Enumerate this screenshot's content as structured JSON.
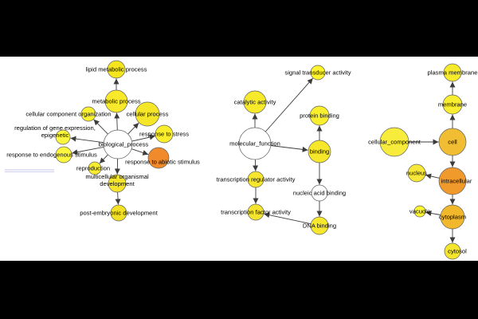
{
  "graphs": {
    "biological": {
      "nodes": {
        "bp": {
          "label": "biological_process",
          "color": "#ffffff"
        },
        "lipid": {
          "label": "lipid metabolic process",
          "color": "#f4e51f"
        },
        "metabolic": {
          "label": "metabolic process",
          "color": "#f8ea2a"
        },
        "cellproc": {
          "label": "cellular process",
          "color": "#f6e628"
        },
        "ccorg": {
          "label": "cellular component organization",
          "color": "#fbf22f"
        },
        "regulation": {
          "label": "regulation of gene expression,\nepigenetic",
          "color": "#fdf740"
        },
        "stress": {
          "label": "response to stress",
          "color": "#f9ed2c"
        },
        "endogenous": {
          "label": "response to endogenous stimulus",
          "color": "#fef83c"
        },
        "abiotic": {
          "label": "response to abiotic stimulus",
          "color": "#f08a2a"
        },
        "reproduction": {
          "label": "reproduction",
          "color": "#f9ec30"
        },
        "multicellular": {
          "label": "multicellular organismal\ndevelopment",
          "color": "#f4e52c"
        },
        "postembryonic": {
          "label": "post-embryonic development",
          "color": "#f2e124"
        }
      }
    },
    "molecular": {
      "nodes": {
        "mf": {
          "label": "molecular_function",
          "color": "#ffffff"
        },
        "signal": {
          "label": "signal transducer activity",
          "color": "#fef42d"
        },
        "catalytic": {
          "label": "catalytic activity",
          "color": "#f6ea2a"
        },
        "protein": {
          "label": "protein binding",
          "color": "#f9ef2e"
        },
        "binding": {
          "label": "binding",
          "color": "#f6e72a"
        },
        "txreg": {
          "label": "transcription regulator activity",
          "color": "#f6e62c"
        },
        "nucleic": {
          "label": "nucleic acid binding",
          "color": "#ffffff"
        },
        "txfactor": {
          "label": "transcription factor activity",
          "color": "#f4e430"
        },
        "dna": {
          "label": "DNA binding",
          "color": "#f7e82d"
        }
      }
    },
    "cellular": {
      "nodes": {
        "cc": {
          "label": "cellular_component",
          "color": "#f7ec3c"
        },
        "plasma": {
          "label": "plasma membrane",
          "color": "#f6ea2a"
        },
        "membrane": {
          "label": "membrane",
          "color": "#f8ed30"
        },
        "cell": {
          "label": "cell",
          "color": "#f1bd33"
        },
        "intracellular": {
          "label": "intracellular",
          "color": "#f09a2c"
        },
        "nucleus": {
          "label": "nucleus",
          "color": "#f6e738"
        },
        "vacuole": {
          "label": "vacuole",
          "color": "#fdf52f"
        },
        "cytoplasm": {
          "label": "cytoplasm",
          "color": "#f1b82c"
        },
        "cytosol": {
          "label": "cytosol",
          "color": "#f4e52d"
        }
      }
    }
  },
  "colors": {
    "edge": "#3c3c3c",
    "node_stroke": "#606060",
    "background": "#ffffff",
    "letterbox": "#000000"
  },
  "icons": {
    "graph_thumbnail": "overview-thumbnail-icon"
  }
}
